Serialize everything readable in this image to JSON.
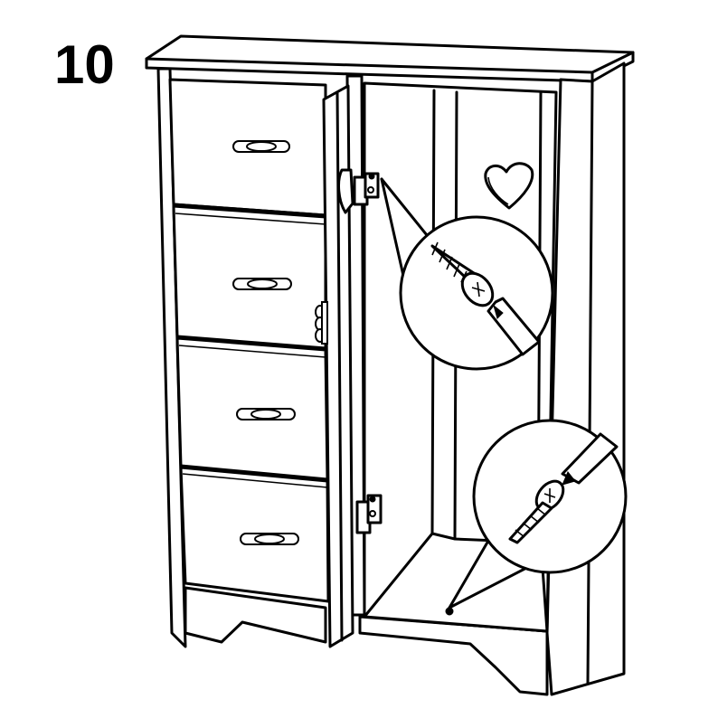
{
  "step": {
    "number": "10"
  },
  "figure": {
    "drawer_count": 4,
    "detail_callouts": [
      "screw-top-hinge",
      "screw-bottom-inside"
    ]
  },
  "colors": {
    "line": "#000000",
    "background": "#ffffff"
  }
}
